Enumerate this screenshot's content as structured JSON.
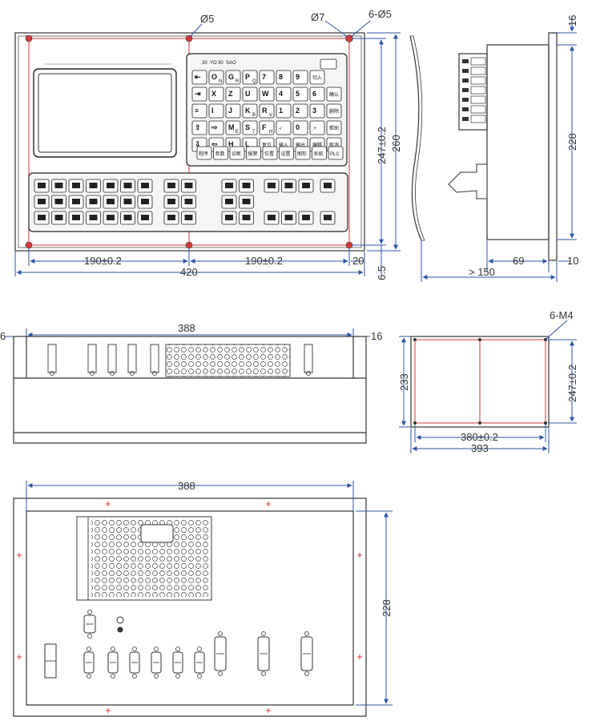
{
  "front_view": {
    "hole_callout_1": "Ø5",
    "hole_callout_2": "Ø7",
    "hole_callout_3": "6-Ø5",
    "dim_half_left": "190±0.2",
    "dim_half_right": "190±0.2",
    "dim_edge": "20",
    "dim_total_width": "420",
    "dim_hole_height": "247±0.2",
    "dim_total_height": "260",
    "dim_bottom_offset": "6.5",
    "led_labels": [
      "30",
      "YO",
      "30",
      "SAO"
    ],
    "keypad_rows": [
      [
        {
          "main": "⇤",
          "sub": ""
        },
        {
          "main": "O",
          "sub": "N"
        },
        {
          "main": "G",
          "sub": "R"
        },
        {
          "main": "P",
          "sub": "Q"
        },
        {
          "main": "7",
          "sub": ""
        },
        {
          "main": "8",
          "sub": ""
        },
        {
          "main": "9",
          "sub": ""
        },
        {
          "main": "切入",
          "sub": ""
        }
      ],
      [
        {
          "main": "⇥",
          "sub": ""
        },
        {
          "main": "X",
          "sub": ""
        },
        {
          "main": "Z",
          "sub": ""
        },
        {
          "main": "U",
          "sub": ""
        },
        {
          "main": "W",
          "sub": ""
        },
        {
          "main": "4",
          "sub": ""
        },
        {
          "main": "5",
          "sub": ""
        },
        {
          "main": "6",
          "sub": ""
        },
        {
          "main": "确认",
          "sub": ""
        }
      ],
      [
        {
          "main": "≡",
          "sub": ""
        },
        {
          "main": "I",
          "sub": ""
        },
        {
          "main": "J",
          "sub": ""
        },
        {
          "main": "K",
          "sub": "B"
        },
        {
          "main": "R",
          "sub": "V"
        },
        {
          "main": "1",
          "sub": ""
        },
        {
          "main": "2",
          "sub": ""
        },
        {
          "main": "3",
          "sub": ""
        },
        {
          "main": "删除",
          "sub": ""
        }
      ],
      [
        {
          "main": "⇧",
          "sub": ""
        },
        {
          "main": "⇨",
          "sub": ""
        },
        {
          "main": "M",
          "sub": "E"
        },
        {
          "main": "S",
          "sub": "T"
        },
        {
          "main": "F",
          "sub": "H"
        },
        {
          "main": "-/",
          "sub": ""
        },
        {
          "main": "0",
          "sub": ""
        },
        {
          "main": ".+",
          "sub": ""
        },
        {
          "main": "帮助",
          "sub": ""
        }
      ],
      [
        {
          "main": "⇩",
          "sub": ""
        },
        {
          "main": "⇦",
          "sub": ""
        },
        {
          "main": "H",
          "sub": "L"
        },
        {
          "main": "L",
          "sub": "D"
        },
        {
          "main": "复位",
          "sub": ""
        },
        {
          "main": "输入",
          "sub": ""
        },
        {
          "main": "输出",
          "sub": ""
        },
        {
          "main": "编辑",
          "sub": ""
        },
        {
          "main": "取消",
          "sub": ""
        }
      ]
    ],
    "function_keys": [
      "程序",
      "参数",
      "诊断",
      "报警",
      "位置",
      "设置",
      "图形",
      "系统",
      "PLC"
    ]
  },
  "side_view": {
    "dim_top": "16",
    "dim_height": "228",
    "dim_depth": "69",
    "dim_flange": "10",
    "dim_clearance": "> 150"
  },
  "top_view": {
    "dim_left_edge": "6",
    "dim_width": "388",
    "dim_right_edge": "16"
  },
  "cutout_view": {
    "callout": "6-M4",
    "dim_inner_height": "233",
    "dim_hole_height": "247±0.2",
    "dim_hole_width": "380±0.2",
    "dim_total_width": "393"
  },
  "rear_view": {
    "dim_width": "388",
    "dim_height": "228"
  },
  "colors": {
    "dimension_line": "#2d55a5",
    "hole_line": "#d43a3a",
    "outline": "#333333"
  }
}
